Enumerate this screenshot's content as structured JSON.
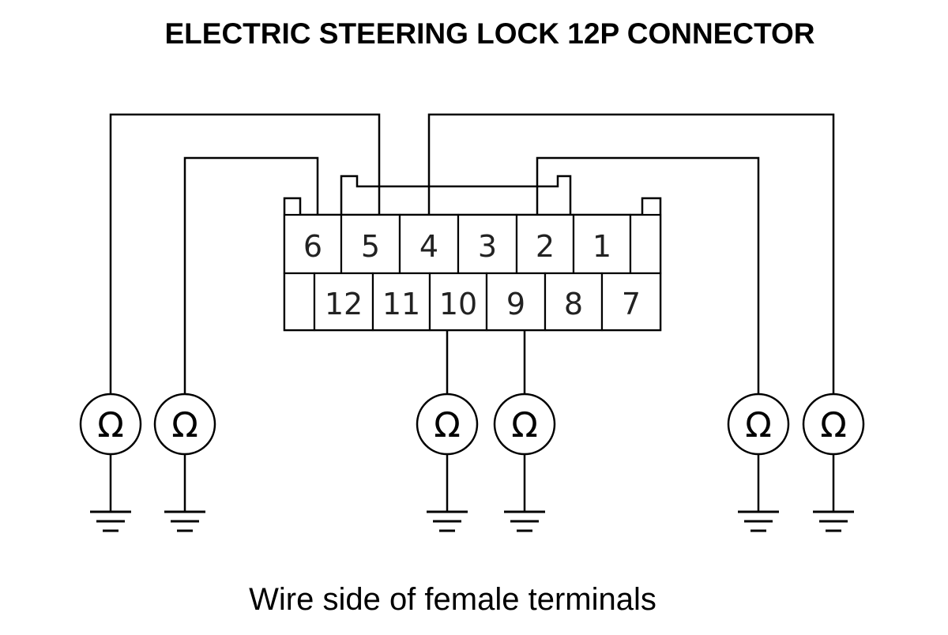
{
  "title": "ELECTRIC STEERING LOCK 12P CONNECTOR",
  "caption": "Wire side of female terminals",
  "connector": {
    "top_row": [
      "6",
      "5",
      "4",
      "3",
      "2",
      "1"
    ],
    "bottom_row": [
      "12",
      "11",
      "10",
      "9",
      "8",
      "7"
    ]
  },
  "meter_symbol": "Ω",
  "measurements": [
    {
      "terminal": "5",
      "meter": "ohmmeter"
    },
    {
      "terminal": "6",
      "meter": "ohmmeter"
    },
    {
      "terminal": "10",
      "meter": "ohmmeter"
    },
    {
      "terminal": "9",
      "meter": "ohmmeter"
    },
    {
      "terminal": "2",
      "meter": "ohmmeter"
    },
    {
      "terminal": "4",
      "meter": "ohmmeter"
    }
  ]
}
